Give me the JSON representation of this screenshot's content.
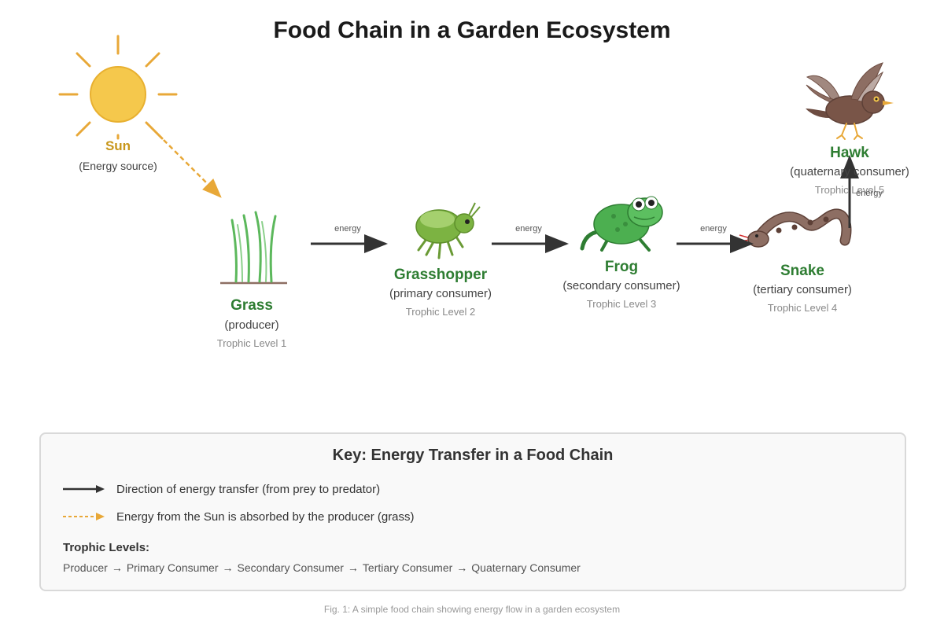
{
  "title": "Food Chain in a Garden Ecosystem",
  "sun": {
    "name": "Sun",
    "role": "(Energy source)"
  },
  "organisms": {
    "grass": {
      "name": "Grass",
      "role": "(producer)",
      "level": "Trophic Level 1"
    },
    "grasshopper": {
      "name": "Grasshopper",
      "role": "(primary consumer)",
      "level": "Trophic Level 2"
    },
    "frog": {
      "name": "Frog",
      "role": "(secondary consumer)",
      "level": "Trophic Level 3"
    },
    "snake": {
      "name": "Snake",
      "role": "(tertiary consumer)",
      "level": "Trophic Level 4"
    },
    "hawk": {
      "name": "Hawk",
      "role": "(quaternary consumer)",
      "level": "Trophic Level 5"
    }
  },
  "arrow_label": "energy",
  "key": {
    "title": "Key: Energy Transfer in a Food Chain",
    "solid_text": "Direction of energy transfer (from prey to predator)",
    "dashed_text": "Energy from the Sun is absorbed by the producer (grass)",
    "levels_title": "Trophic Levels:",
    "levels": [
      "Producer",
      "Primary Consumer",
      "Secondary Consumer",
      "Tertiary Consumer",
      "Quaternary Consumer"
    ],
    "separator": "→"
  },
  "caption": "Fig. 1: A simple food chain showing energy flow in a garden ecosystem",
  "colors": {
    "sun": "#f5c84c",
    "sun_ray": "#e8a838",
    "grass": "#5cb85c",
    "name_green": "#2e7d32",
    "grasshopper": "#7cb342",
    "frog": "#4caf50",
    "snake": "#8d6e63",
    "hawk": "#795548",
    "arrow": "#333333"
  }
}
